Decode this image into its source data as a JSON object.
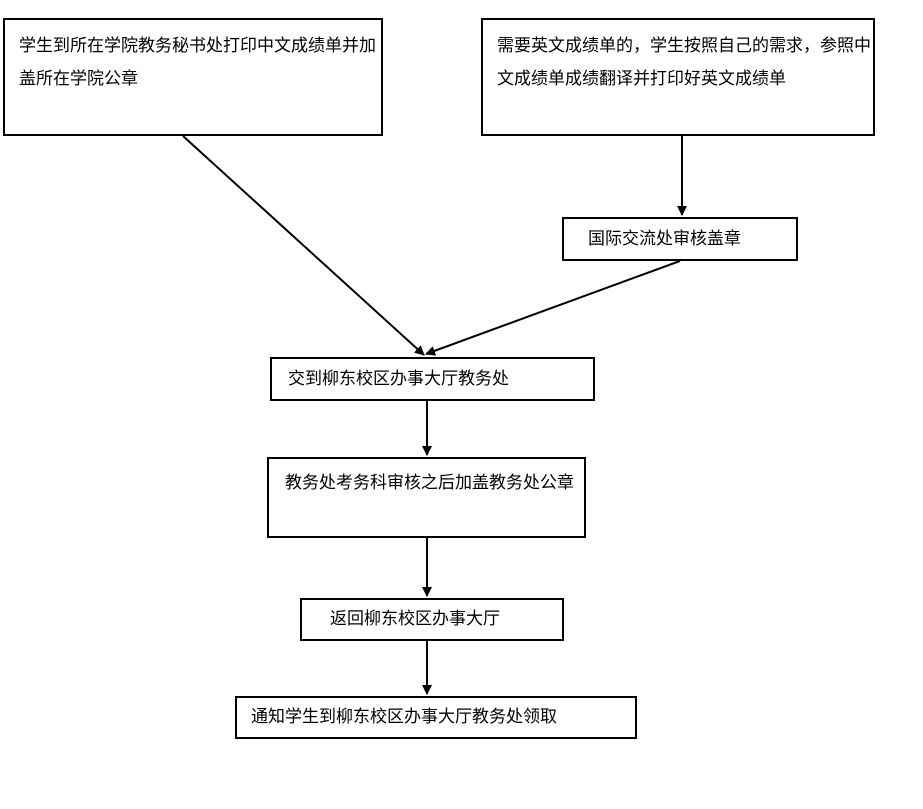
{
  "boxes": {
    "print_chinese": "学生到所在学院教务秘书处打印中文成绩单并加盖所在学院公章",
    "english_translate": "需要英文成绩单的，学生按照自己的需求，参照中文成绩单成绩翻译并打印好英文成绩单",
    "intl_review": "国际交流处审核盖章",
    "submit_office": "交到柳东校区办事大厅教务处",
    "academic_review": "教务处考务科审核之后加盖教务处公章",
    "return_hall": "返回柳东校区办事大厅",
    "notify_student": "通知学生到柳东校区办事大厅教务处领取"
  },
  "colors": {
    "line": "#000000",
    "background": "#ffffff"
  }
}
